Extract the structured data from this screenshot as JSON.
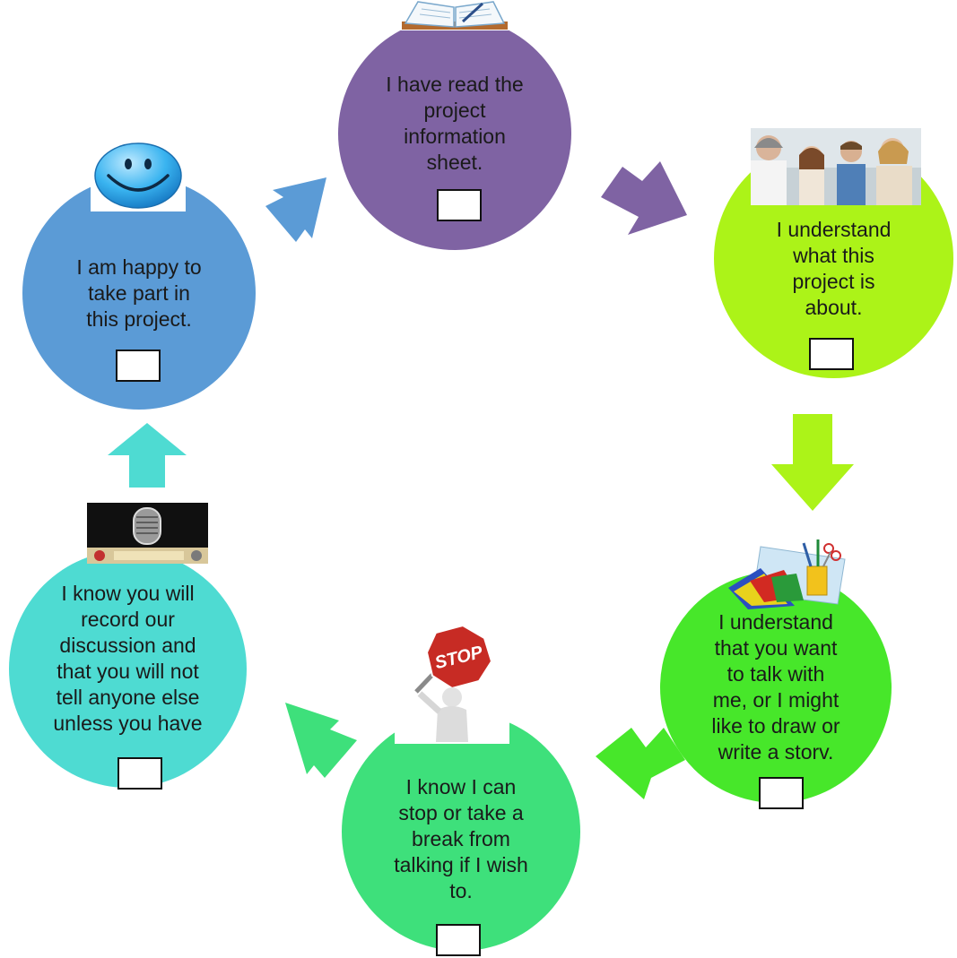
{
  "steps": [
    {
      "id": "read",
      "text": "I have read the\nproject\ninformation\nsheet.",
      "color": "#7f63a3",
      "icon": "open-book-icon"
    },
    {
      "id": "understand",
      "text": "I understand\nwhat this\nproject is\nabout.",
      "color": "#acf318",
      "icon": "group-photo-icon"
    },
    {
      "id": "talk",
      "text": "I understand\nthat you want\nto talk with\nme, or I might\nlike to draw or\nwrite a storv.",
      "color": "#47e72a",
      "icon": "art-supplies-icon"
    },
    {
      "id": "stop",
      "text": "I know I can\nstop or take a\nbreak from\ntalking if I wish\nto.",
      "color": "#3ee07b",
      "icon": "stop-sign-icon",
      "sign_text": "STOP"
    },
    {
      "id": "record",
      "text": "I know you will\nrecord our\ndiscussion and\nthat you will not\ntell anyone else\nunless you have",
      "color": "#4edbd2",
      "icon": "microphone-icon"
    },
    {
      "id": "happy",
      "text": "I am happy to\ntake part in\nthis project.",
      "color": "#5b9bd6",
      "icon": "smiley-face-icon"
    }
  ],
  "arrow_colors": {
    "happy_to_read": "#5b9bd6",
    "read_to_understand": "#7f63a3",
    "understand_to_talk": "#acf318",
    "talk_to_stop": "#47e72a",
    "stop_to_record": "#3ee07b",
    "record_to_happy": "#4edbd2"
  }
}
